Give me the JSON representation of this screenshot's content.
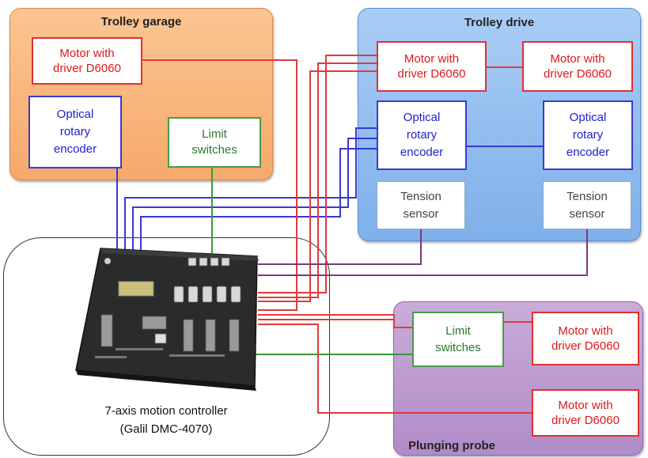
{
  "groups": {
    "garage": "Trolley garage",
    "drive": "Trolley drive",
    "probe": "Plunging probe"
  },
  "boxes": {
    "garage_motor": "Motor with\ndriver D6060",
    "garage_encoder": "Optical\nrotary\nencoder",
    "garage_limit": "Limit\nswitches",
    "drive_motor_1": "Motor with\ndriver D6060",
    "drive_motor_2": "Motor with\ndriver D6060",
    "drive_encoder_1": "Optical\nrotary\nencoder",
    "drive_encoder_2": "Optical\nrotary\nencoder",
    "drive_tension_1": "Tension\nsensor",
    "drive_tension_2": "Tension\nsensor",
    "probe_limit": "Limit\nswitches",
    "probe_motor_1": "Motor with\ndriver D6060",
    "probe_motor_2": "Motor with\ndriver D6060"
  },
  "controller": {
    "caption_line1": "7-axis motion controller",
    "caption_line2": "(Galil DMC-4070)"
  },
  "colors": {
    "motor_wire": "#e03a3a",
    "encoder_wire": "#3838d0",
    "limit_wire": "#3a963a",
    "tension_wire": "#7a3a78"
  }
}
